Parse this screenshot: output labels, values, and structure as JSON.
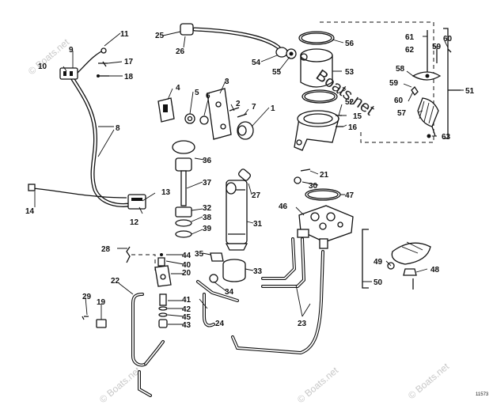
{
  "watermark": {
    "brand": "Boats.net",
    "faint": "© Boats.net"
  },
  "figure_number": "11573",
  "callouts": {
    "n1": "1",
    "n2": "2",
    "n3": "3",
    "n4": "4",
    "n5": "5",
    "n6": "6",
    "n7": "7",
    "n8": "8",
    "n9": "9",
    "n10": "10",
    "n11": "11",
    "n12": "12",
    "n13": "13",
    "n14": "14",
    "n15": "15",
    "n16": "16",
    "n17": "17",
    "n18": "18",
    "n19": "19",
    "n20": "20",
    "n21": "21",
    "n22": "22",
    "n23": "23",
    "n24": "24",
    "n25": "25",
    "n26": "26",
    "n27": "27",
    "n28": "28",
    "n29": "29",
    "n30": "30",
    "n31": "31",
    "n32": "32",
    "n33": "33",
    "n34": "34",
    "n35": "35",
    "n36": "36",
    "n37": "37",
    "n38": "38",
    "n39": "39",
    "n40": "40",
    "n41": "41",
    "n42": "42",
    "n43": "43",
    "n44": "44",
    "n45": "45",
    "n46": "46",
    "n47": "47",
    "n48": "48",
    "n49": "49",
    "n50": "50",
    "n51": "51",
    "n52": "52",
    "n53": "53",
    "n54": "54",
    "n55": "55",
    "n56": "56",
    "n57": "57",
    "n58": "58",
    "n59": "59",
    "n59b": "59",
    "n60": "60",
    "n60b": "60",
    "n61": "61",
    "n62": "62",
    "n63": "63"
  }
}
